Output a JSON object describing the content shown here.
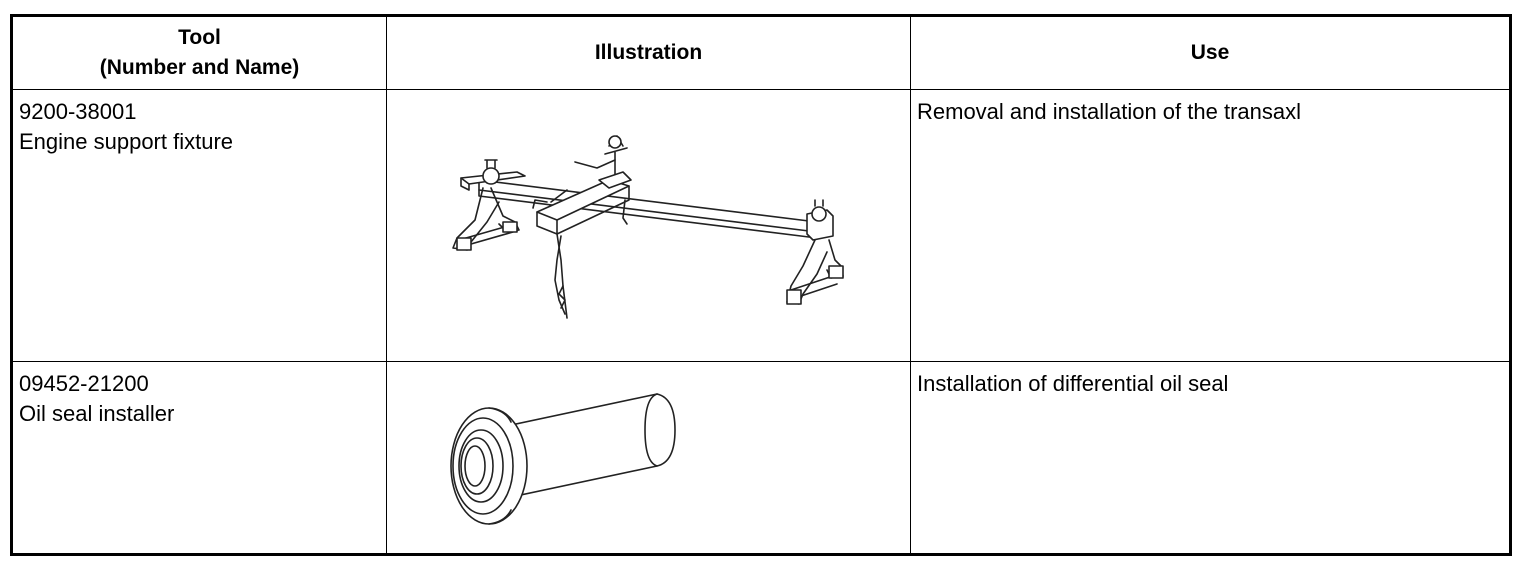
{
  "table": {
    "headers": {
      "tool_line1": "Tool",
      "tool_line2": "(Number and Name)",
      "illustration": "Illustration",
      "use": "Use"
    },
    "rows": [
      {
        "number": "9200-38001",
        "name": "Engine support fixture",
        "illustration_icon": "engine-support-fixture-drawing",
        "use": "Removal and installation of the transaxl"
      },
      {
        "number": "09452-21200",
        "name": "Oil seal installer",
        "illustration_icon": "oil-seal-installer-drawing",
        "use": "Installation of differential oil seal"
      }
    ]
  }
}
